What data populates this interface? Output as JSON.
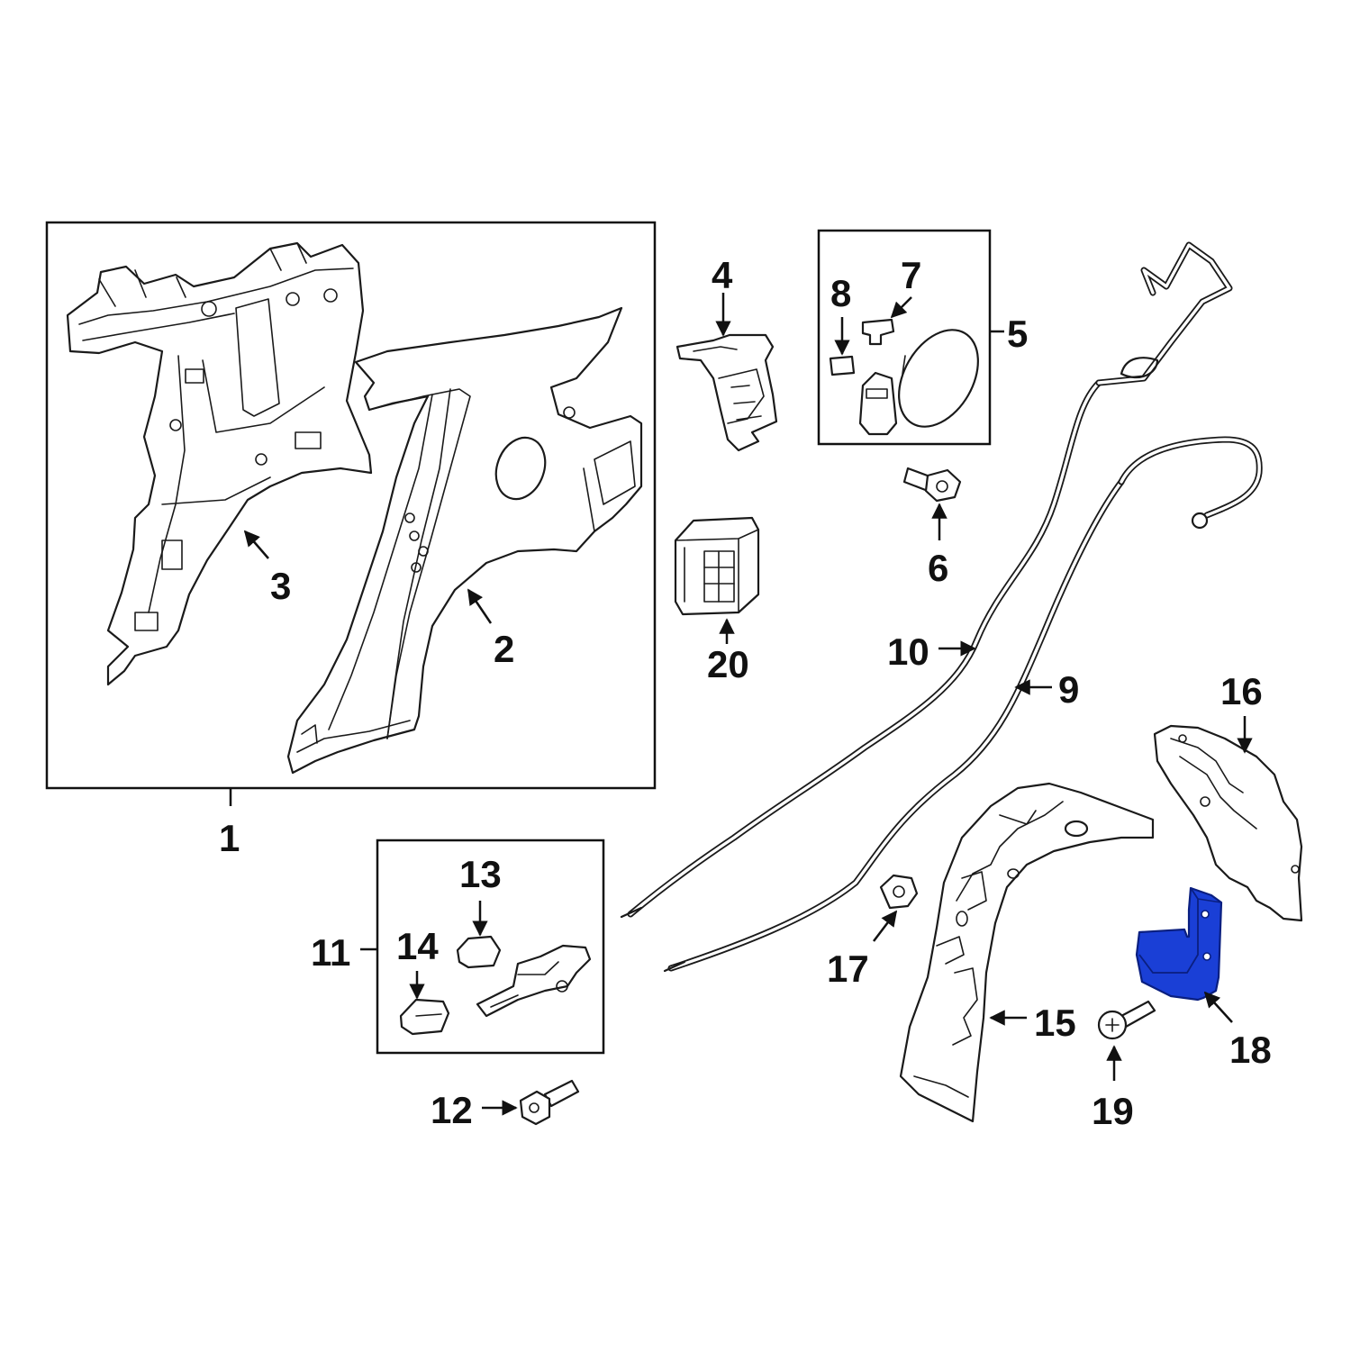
{
  "diagram": {
    "callouts": {
      "c1": "1",
      "c2": "2",
      "c3": "3",
      "c4": "4",
      "c5": "5",
      "c6": "6",
      "c7": "7",
      "c8": "8",
      "c9": "9",
      "c10": "10",
      "c11": "11",
      "c12": "12",
      "c13": "13",
      "c14": "14",
      "c15": "15",
      "c16": "16",
      "c17": "17",
      "c18": "18",
      "c19": "19",
      "c20": "20"
    },
    "colors": {
      "line": "#1a1a1a",
      "highlight": "#1a3fd6"
    }
  }
}
